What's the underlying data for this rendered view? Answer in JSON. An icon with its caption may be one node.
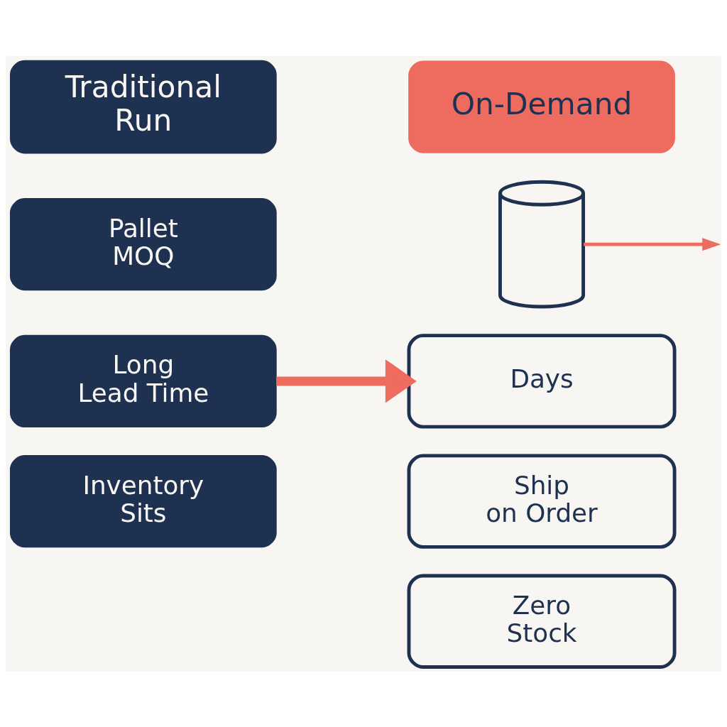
{
  "diagram": {
    "nodes": [
      {
        "text": [
          "Traditional Run"
        ]
      },
      {
        "text": [
          "Pallet MOQ"
        ]
      },
      {
        "text": [
          "Long Lead Time"
        ]
      },
      {
        "text": [
          "Inventory Sits"
        ]
      },
      {
        "text": [
          "On-Demand"
        ]
      },
      {
        "text": [],
        "shape": "bottle"
      },
      {
        "text": [
          "Days"
        ]
      },
      {
        "text": [
          "Ship on Order"
        ]
      },
      {
        "text": [
          "Zero Stock"
        ]
      }
    ],
    "edges": [
      {
        "from": 2,
        "to": 6,
        "arrow": "to",
        "style": "thick"
      },
      {
        "from": 5,
        "to": null,
        "arrow": "to"
      }
    ]
  }
}
